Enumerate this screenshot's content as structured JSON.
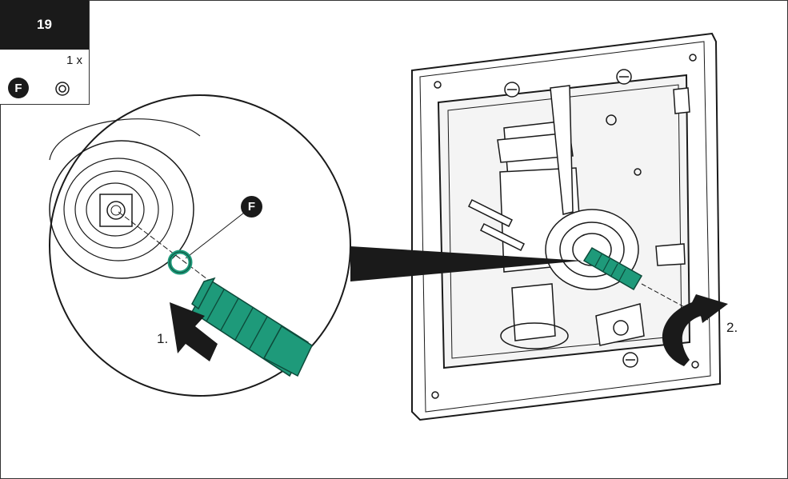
{
  "step": {
    "number": "19",
    "quantity": "1 x",
    "part_letter": "F"
  },
  "callout": {
    "letter": "F"
  },
  "steps": {
    "first": "1.",
    "second": "2."
  },
  "colors": {
    "accent": "#1e9a7a",
    "ink": "#1a1a1a",
    "background": "#ffffff"
  },
  "icons": {
    "washer": "washer-icon",
    "push_arrow": "push-arrow-icon",
    "rotate_arrow": "rotate-arrow-icon"
  }
}
